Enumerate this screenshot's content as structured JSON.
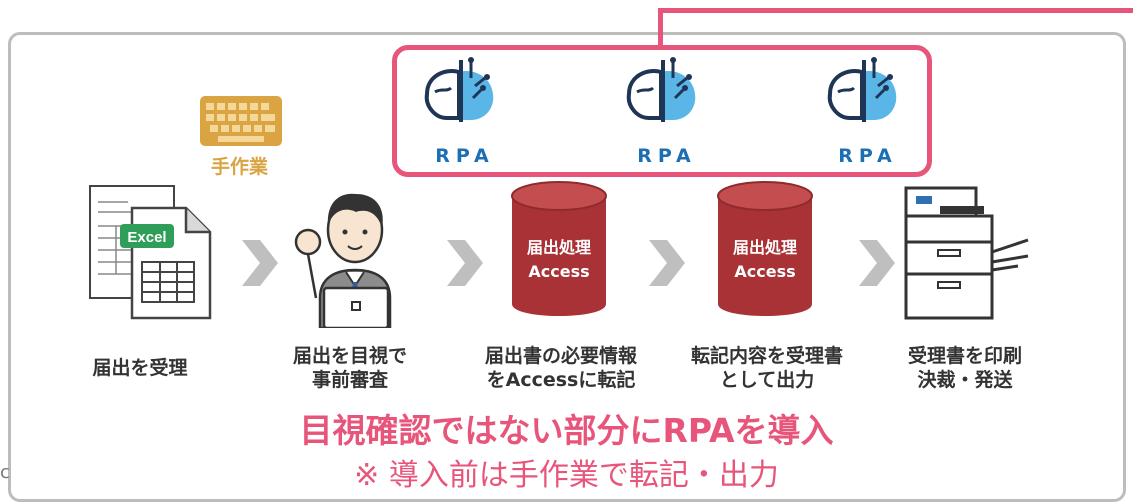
{
  "rpa_label": "RPA",
  "manual_label": "手作業",
  "excel_badge": "Excel",
  "database": {
    "line1": "届出処理",
    "line2": "Access"
  },
  "steps": [
    {
      "label": "届出を受理"
    },
    {
      "label": "届出を目視で\n事前審査"
    },
    {
      "label": "届出書の必要情報\nをAccessに転記"
    },
    {
      "label": "転記内容を受理書\nとして出力"
    },
    {
      "label": "受理書を印刷\n決裁・発送"
    }
  ],
  "headline": "目視確認ではない部分にRPAを導入",
  "subline": "※ 導入前は手作業で転記・出力",
  "corner_text": "c",
  "colors": {
    "accent_pink": "#e8557a",
    "rpa_blue": "#1d6fb3",
    "brain_blue": "#5bb6e8",
    "db_red": "#a83236",
    "keyboard_gold": "#d9a441",
    "chevron_gray": "#bfbfbf"
  }
}
